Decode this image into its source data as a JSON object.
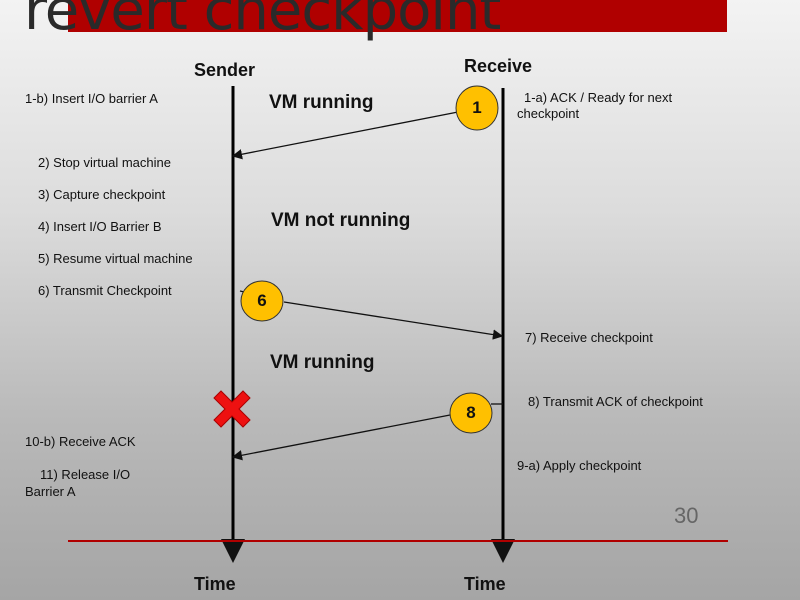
{
  "title": "revert checkpoint",
  "lanes": {
    "sender": "Sender",
    "receiver": "Receive",
    "time_left": "Time",
    "time_right": "Time"
  },
  "phases": [
    "VM running",
    "VM not running",
    "VM running"
  ],
  "sender_steps": [
    "1-b) Insert I/O barrier A",
    "2) Stop virtual machine",
    "3) Capture checkpoint",
    "4) Insert I/O Barrier B",
    "5) Resume virtual machine",
    "6) Transmit Checkpoint",
    "10-b) Receive ACK",
    "11) Release I/O",
    "Barrier A"
  ],
  "receiver_steps": [
    "1-a) ACK / Ready for next",
    "checkpoint",
    "7) Receive checkpoint",
    "8) Transmit ACK of checkpoint",
    "9-a)  Apply checkpoint"
  ],
  "markers": [
    "1",
    "6",
    "8"
  ],
  "page_number": "30",
  "colors": {
    "banner": "#b00000",
    "marker": "#ffc000",
    "fail": "#ee1111"
  }
}
